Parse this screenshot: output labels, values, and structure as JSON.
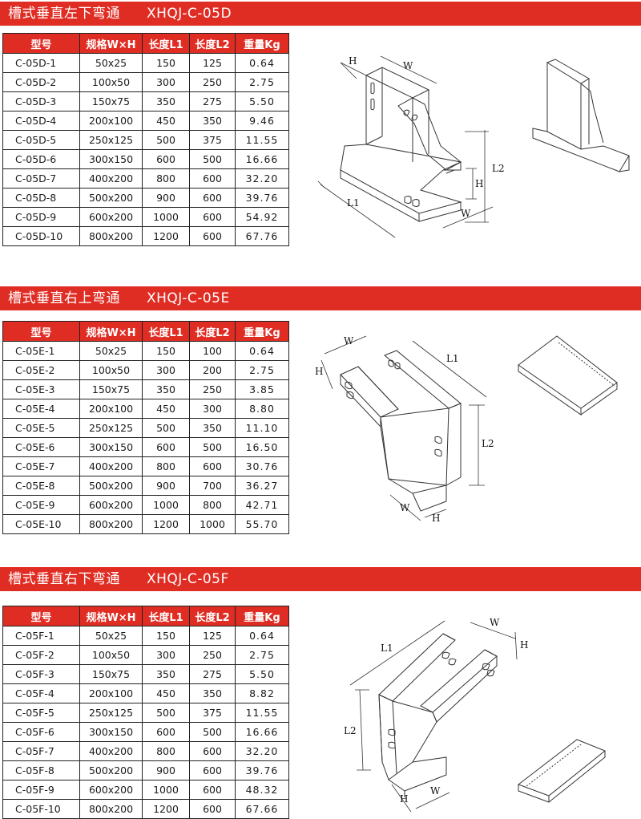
{
  "headers": [
    "型号",
    "规格W×H",
    "长度L1",
    "长度L2",
    "重量Kg"
  ],
  "sections": [
    {
      "title": "槽式垂直左下弯通",
      "code": "XHQJ-C-05D",
      "rows": [
        [
          "C-05D-1",
          "50x25",
          "150",
          "125",
          "0.64"
        ],
        [
          "C-05D-2",
          "100x50",
          "300",
          "250",
          "2.75"
        ],
        [
          "C-05D-3",
          "150x75",
          "350",
          "275",
          "5.50"
        ],
        [
          "C-05D-4",
          "200x100",
          "450",
          "350",
          "9.46"
        ],
        [
          "C-05D-5",
          "250x125",
          "500",
          "375",
          "11.55"
        ],
        [
          "C-05D-6",
          "300x150",
          "600",
          "500",
          "16.66"
        ],
        [
          "C-05D-7",
          "400x200",
          "800",
          "600",
          "32.20"
        ],
        [
          "C-05D-8",
          "500x200",
          "900",
          "600",
          "39.76"
        ],
        [
          "C-05D-9",
          "600x200",
          "1000",
          "600",
          "54.92"
        ],
        [
          "C-05D-10",
          "800x200",
          "1200",
          "600",
          "67.76"
        ]
      ]
    },
    {
      "title": "槽式垂直右上弯通",
      "code": "XHQJ-C-05E",
      "rows": [
        [
          "C-05E-1",
          "50x25",
          "150",
          "100",
          "0.64"
        ],
        [
          "C-05E-2",
          "100x50",
          "300",
          "200",
          "2.75"
        ],
        [
          "C-05E-3",
          "150x75",
          "350",
          "250",
          "3.85"
        ],
        [
          "C-05E-4",
          "200x100",
          "450",
          "300",
          "8.80"
        ],
        [
          "C-05E-5",
          "250x125",
          "500",
          "350",
          "11.10"
        ],
        [
          "C-05E-6",
          "300x150",
          "600",
          "500",
          "16.50"
        ],
        [
          "C-05E-7",
          "400x200",
          "800",
          "600",
          "30.76"
        ],
        [
          "C-05E-8",
          "500x200",
          "900",
          "700",
          "36.27"
        ],
        [
          "C-05E-9",
          "600x200",
          "1000",
          "800",
          "42.71"
        ],
        [
          "C-05E-10",
          "800x200",
          "1200",
          "1000",
          "55.70"
        ]
      ]
    },
    {
      "title": "槽式垂直右下弯通",
      "code": "XHQJ-C-05F",
      "rows": [
        [
          "C-05F-1",
          "50x25",
          "150",
          "125",
          "0.64"
        ],
        [
          "C-05F-2",
          "100x50",
          "300",
          "250",
          "2.75"
        ],
        [
          "C-05F-3",
          "150x75",
          "350",
          "275",
          "5.50"
        ],
        [
          "C-05F-4",
          "200x100",
          "450",
          "350",
          "8.82"
        ],
        [
          "C-05F-5",
          "250x125",
          "500",
          "375",
          "11.55"
        ],
        [
          "C-05F-6",
          "300x150",
          "600",
          "500",
          "16.66"
        ],
        [
          "C-05F-7",
          "400x200",
          "800",
          "600",
          "32.20"
        ],
        [
          "C-05F-8",
          "500x200",
          "900",
          "600",
          "39.76"
        ],
        [
          "C-05F-9",
          "600x200",
          "1000",
          "600",
          "48.32"
        ],
        [
          "C-05F-10",
          "800x200",
          "1200",
          "600",
          "67.66"
        ]
      ]
    }
  ],
  "dimension_labels": {
    "h": "H",
    "w": "W",
    "l1": "L1",
    "l2": "L2"
  },
  "colors": {
    "banner": "#e02d24",
    "header": "#e02d24",
    "line": "#222222"
  }
}
